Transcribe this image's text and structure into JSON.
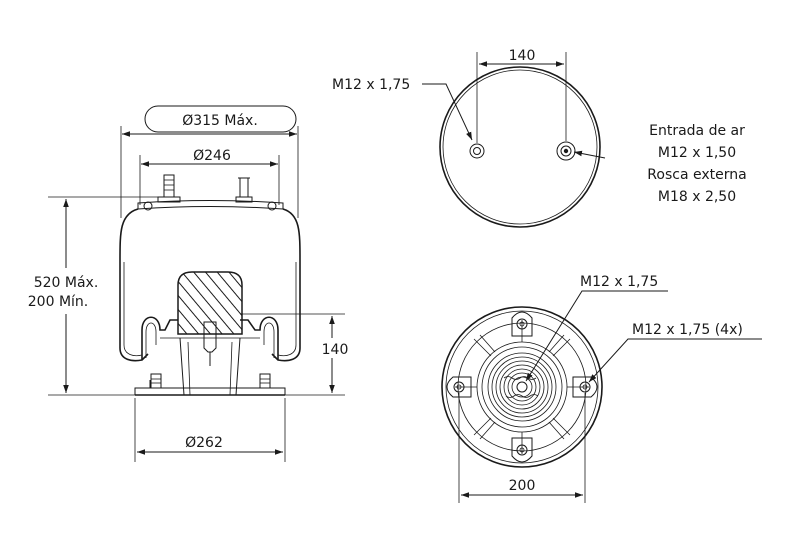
{
  "side_view": {
    "max_diameter": "Ø315 Máx.",
    "top_plate_diameter": "Ø246",
    "height_max": "520 Máx.",
    "height_min": "200 Mín.",
    "piston_height": "140",
    "base_diameter": "Ø262"
  },
  "top_view": {
    "stud_spacing": "140",
    "stud_thread": "M12 x 1,75",
    "air_inlet": [
      "Entrada de ar",
      "M12 x 1,50",
      "Rosca externa",
      "M18 x 2,50"
    ]
  },
  "bottom_view": {
    "center_thread": "M12 x 1,75",
    "bolt_thread": "M12 x 1,75 (4x)",
    "bolt_spacing": "200"
  }
}
